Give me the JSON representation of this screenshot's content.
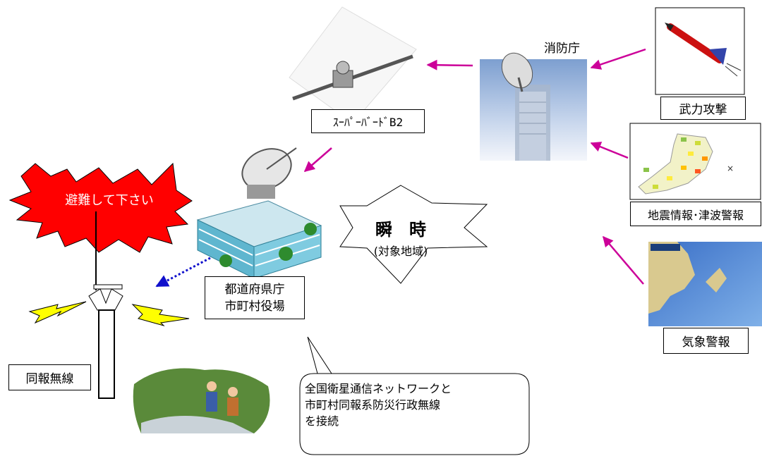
{
  "fdma": {
    "label": "消防庁"
  },
  "satellite": {
    "label": "ｽｰﾊﾟｰﾊﾞｰﾄﾞB2"
  },
  "missile": {
    "label": "武力攻撃"
  },
  "quake": {
    "label": "地震情報･津波警報"
  },
  "weather": {
    "label": "気象警報"
  },
  "office": {
    "label_line1": "都道府県庁",
    "label_line2": "市町村役場"
  },
  "instant": {
    "title": "瞬　時",
    "subtitle": "(対象地域)"
  },
  "evacuate": {
    "label": "避難して下さい"
  },
  "radio": {
    "label": "同報無線"
  },
  "note": {
    "lines": [
      "全国衛星通信ネットワークと",
      "市町村同報系防災行政無線",
      "を接続"
    ]
  },
  "colors": {
    "arrow": "#cc0099",
    "dotted_arrow": "#1010cc",
    "burst": "#ff0000",
    "bolt": "#ffff00"
  }
}
